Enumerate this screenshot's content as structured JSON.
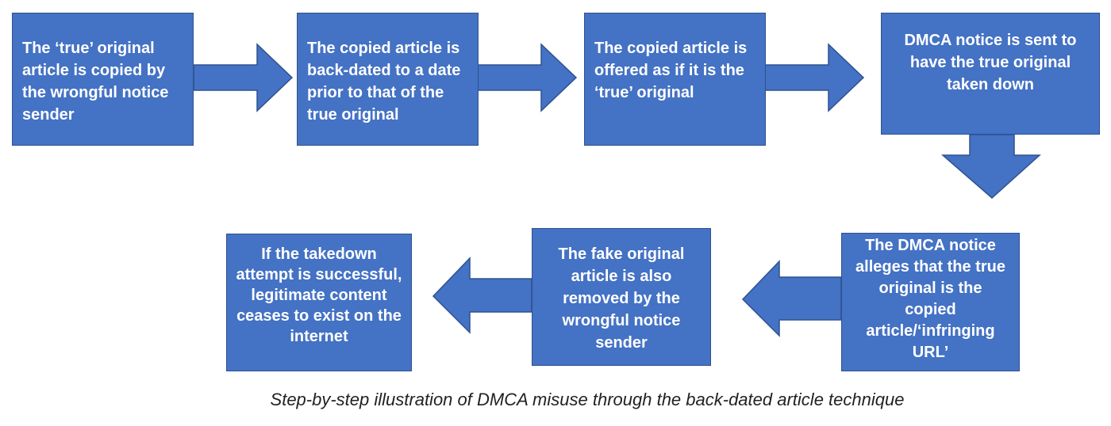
{
  "diagram": {
    "colors": {
      "box_fill": "#4472c4",
      "box_border": "#2f528f",
      "arrow_fill": "#4472c4",
      "text": "#ffffff",
      "caption": "#222222"
    },
    "steps": [
      {
        "id": 1,
        "text": "The ‘true’ original\narticle is copied by\nthe wrongful notice\nsender"
      },
      {
        "id": 2,
        "text": "The copied article is\nback-dated to a date\nprior to that of the\ntrue original"
      },
      {
        "id": 3,
        "text": "The copied article is\noffered as if it is the\n‘true’ original"
      },
      {
        "id": 4,
        "text": "DMCA notice is sent to\nhave the true original\ntaken down"
      },
      {
        "id": 5,
        "text": "The DMCA notice\nalleges that the true\noriginal is the\ncopied\narticle/‘infringing\nURL’"
      },
      {
        "id": 6,
        "text": "The fake original\narticle is also\nremoved by the\nwrongful notice\nsender"
      },
      {
        "id": 7,
        "text": "If the takedown\nattempt is successful,\nlegitimate content\nceases to exist on the\ninternet"
      }
    ],
    "caption": "Step-by-step illustration of DMCA misuse through the back-dated article technique"
  }
}
